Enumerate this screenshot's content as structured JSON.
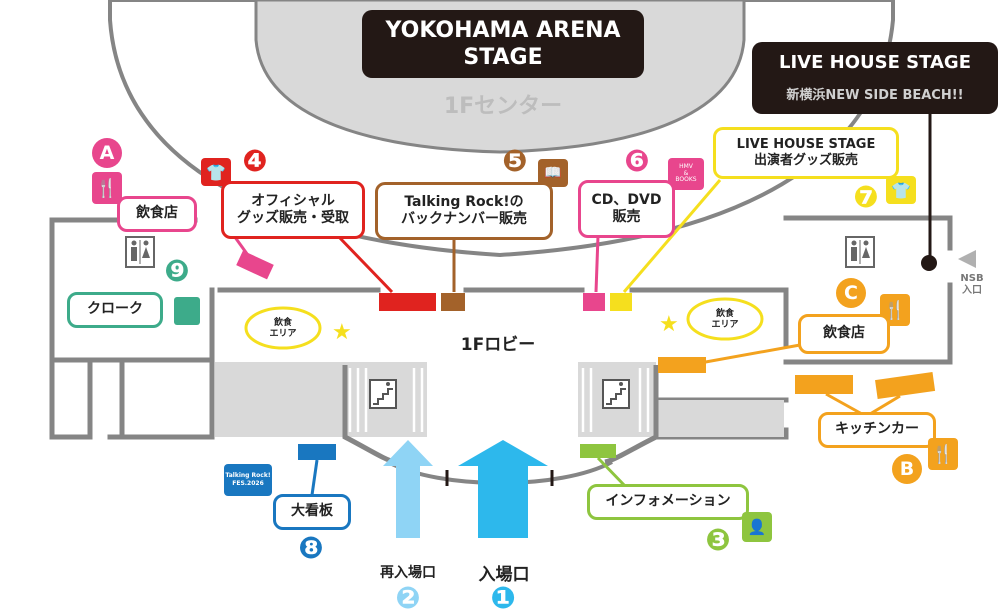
{
  "colors": {
    "pink": "#e8468d",
    "red": "#e0231f",
    "brown": "#a3622a",
    "yellow": "#f5df1e",
    "orange": "#f3a21e",
    "green": "#8ec53f",
    "teal": "#3dab8a",
    "blue": "#1977c0",
    "cyan": "#2db8ec",
    "lightblue": "#8fd4f5",
    "wall": "#858585",
    "floor": "#d9d9d9",
    "dark": "#231815"
  },
  "arena": {
    "title": "YOKOHAMA ARENA\nSTAGE",
    "center": "1Fセンター",
    "lobby": "1Fロビー"
  },
  "livehouse": {
    "title": "LIVE HOUSE STAGE",
    "subtitle": "新横浜NEW SIDE BEACH!!"
  },
  "nsb": {
    "label": "NSB\n入口"
  },
  "spots": {
    "A": {
      "letter": "A",
      "label": "飲食店"
    },
    "B": {
      "letter": "B",
      "label": "キッチンカー"
    },
    "C": {
      "letter": "C",
      "label": "飲食店"
    },
    "s1": {
      "num": "❶",
      "label": "入場口"
    },
    "s2": {
      "num": "❷",
      "label": "再入場口"
    },
    "s3": {
      "num": "❸",
      "label": "インフォメーション"
    },
    "s4": {
      "num": "❹",
      "label": "オフィシャル\nグッズ販売・受取"
    },
    "s5": {
      "num": "❺",
      "label": "Talking Rock!の\nバックナンバー販売"
    },
    "s6": {
      "num": "❻",
      "label": "CD、DVD\n販売",
      "shop": "HMV\n&\nBOOKS"
    },
    "s7": {
      "num": "❼",
      "label": "LIVE HOUSE STAGE\n出演者グッズ販売"
    },
    "s8": {
      "num": "❽",
      "label": "大看板",
      "sign": "Talking Rock!\nFES.2026"
    },
    "s9": {
      "num": "❾",
      "label": "クローク"
    }
  },
  "eating_area": "飲食\nエリア"
}
